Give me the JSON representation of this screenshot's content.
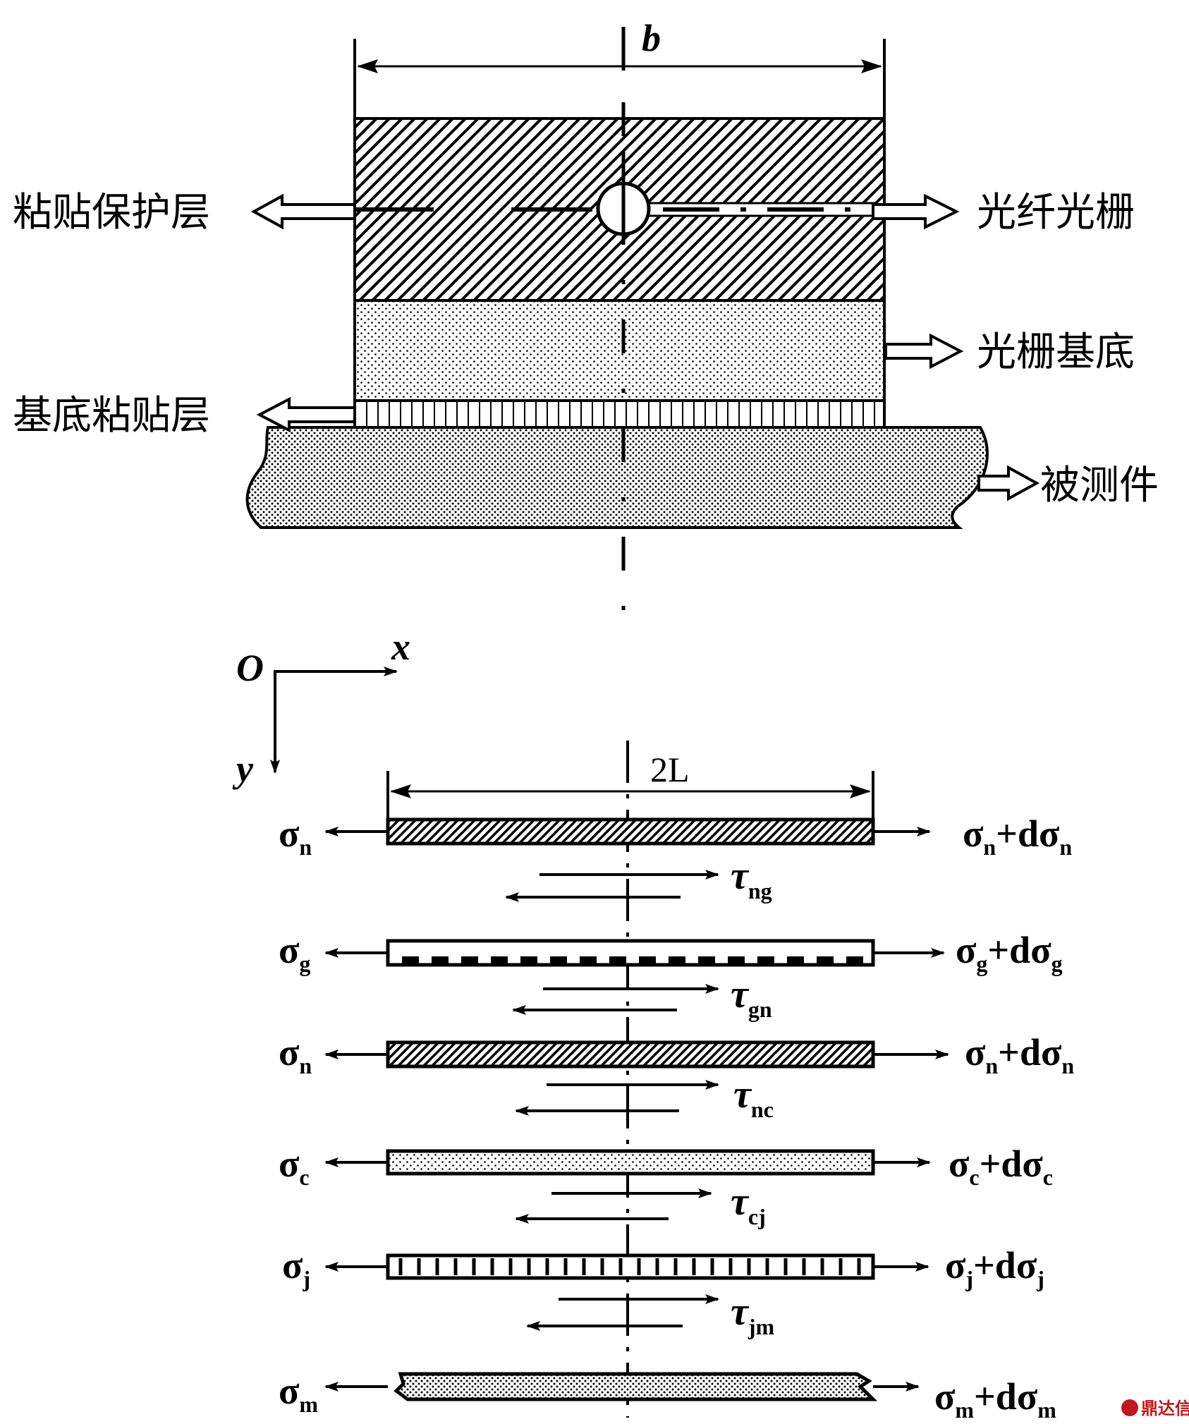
{
  "top_section": {
    "dimension_b": "b",
    "labels": {
      "protective_layer": "粘贴保护层",
      "fiber_grating": "光纤光栅",
      "grating_substrate": "光栅基底",
      "substrate_adhesive": "基底粘贴层",
      "test_piece": "被测件"
    }
  },
  "axes": {
    "origin": "O",
    "x": "x",
    "y": "y"
  },
  "bottom_section": {
    "dimension": "2L",
    "d": "d",
    "plus": "+",
    "sigma": "σ",
    "tau": "τ",
    "layers": [
      {
        "name": "protective",
        "sub": "n"
      },
      {
        "name": "grating",
        "sub": "g"
      },
      {
        "name": "protective-2",
        "sub": "n"
      },
      {
        "name": "substrate",
        "sub": "c"
      },
      {
        "name": "adhesive",
        "sub": "j"
      },
      {
        "name": "test-piece",
        "sub": "m"
      }
    ],
    "shears": [
      {
        "sub": "ng"
      },
      {
        "sub": "gn"
      },
      {
        "sub": "nc"
      },
      {
        "sub": "cj"
      },
      {
        "sub": "jm"
      }
    ]
  },
  "watermark": "鼎达信",
  "colors": {
    "ink": "#000000",
    "watermark": "#c0171c"
  }
}
